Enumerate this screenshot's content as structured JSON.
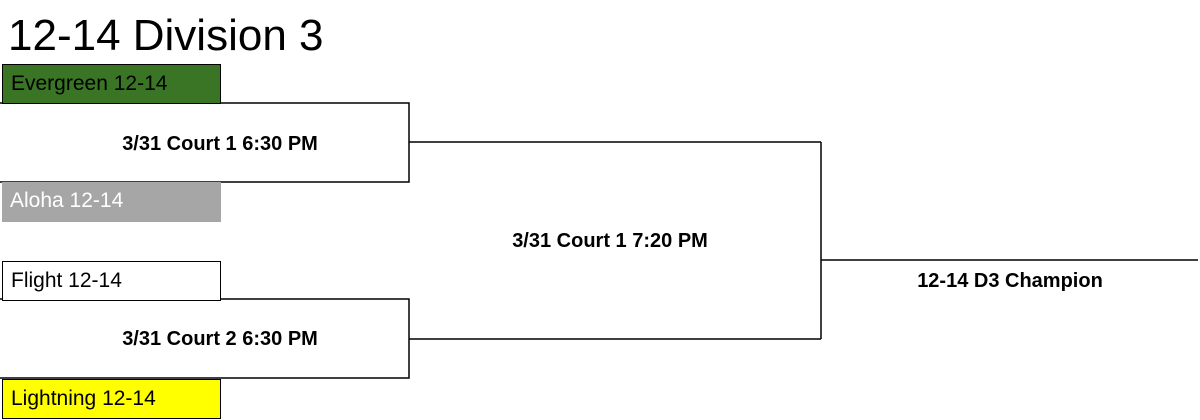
{
  "title": "12-14 Division 3",
  "teams": [
    {
      "name": "Evergreen 12-14",
      "bg": "#3a7425",
      "fg": "#000000"
    },
    {
      "name": "Aloha 12-14",
      "bg": "#a6a6a6",
      "fg": "#ffffff"
    },
    {
      "name": "Flight 12-14",
      "bg": "#ffffff",
      "fg": "#000000"
    },
    {
      "name": "Lightning 12-14",
      "bg": "#ffff00",
      "fg": "#000000"
    }
  ],
  "games": [
    {
      "label": "3/31 Court 1 6:30 PM"
    },
    {
      "label": "3/31 Court 2 6:30 PM"
    },
    {
      "label": "3/31 Court 1 7:20 PM"
    }
  ],
  "champion": "12-14 D3 Champion",
  "colors": {
    "line": "#000000"
  }
}
